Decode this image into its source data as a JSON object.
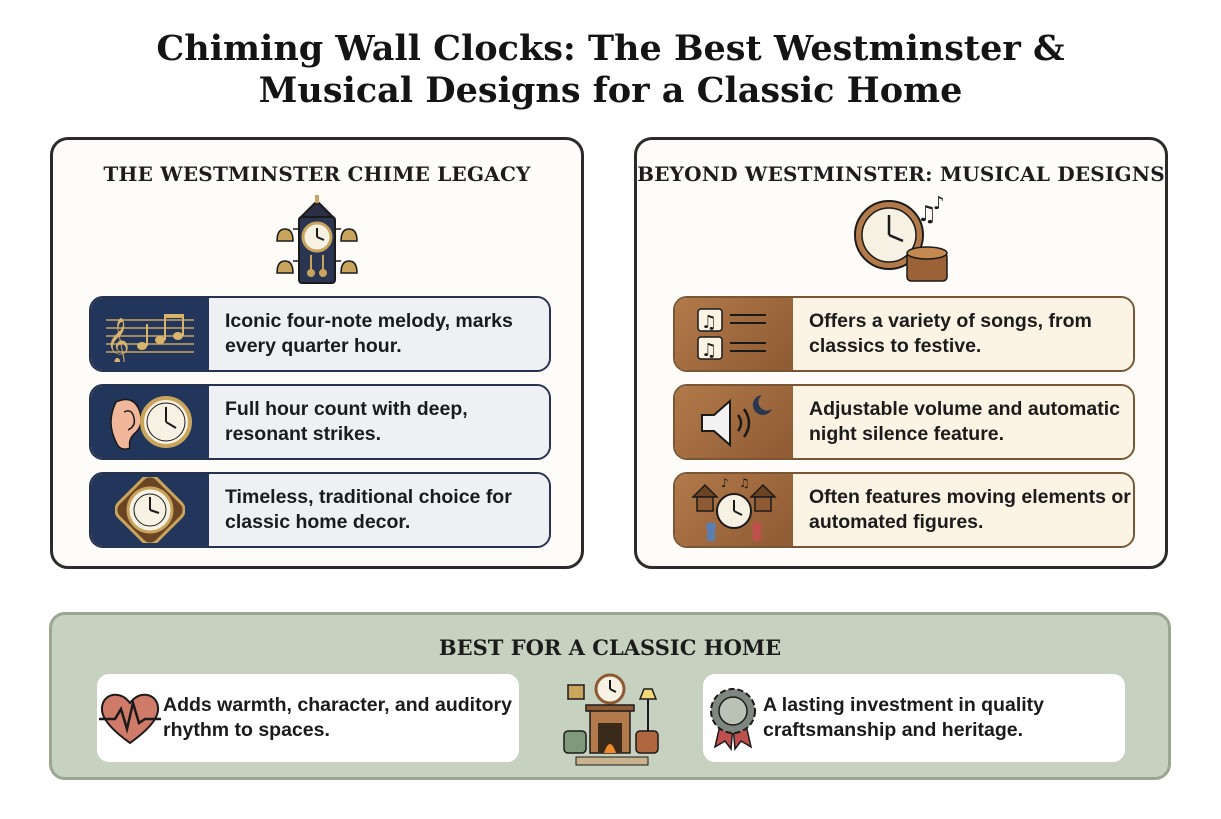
{
  "title": {
    "line1": "Chiming Wall Clocks: The Best Westminster &",
    "line2": "Musical Designs for a Classic Home"
  },
  "left_panel": {
    "title": "THE WESTMINSTER CHIME LEGACY",
    "hero_icon": "westminster-clock-with-bells-icon",
    "items": [
      {
        "icon": "music-notes-icon",
        "text": "Iconic four-note melody, marks every quarter hour."
      },
      {
        "icon": "ear-clock-icon",
        "text": "Full hour count with deep, resonant strikes."
      },
      {
        "icon": "ornate-clock-icon",
        "text": "Timeless, traditional choice for classic home decor."
      }
    ]
  },
  "right_panel": {
    "title": "BEYOND WESTMINSTER: MUSICAL DESIGNS",
    "hero_icon": "clock-music-box-icon",
    "items": [
      {
        "icon": "song-list-icon",
        "text": "Offers a variety of songs, from classics to festive."
      },
      {
        "icon": "speaker-moon-icon",
        "text": "Adjustable volume and automatic night silence feature."
      },
      {
        "icon": "cuckoo-figures-icon",
        "text": "Often features moving elements or automated figures."
      }
    ]
  },
  "bottom_panel": {
    "title": "BEST FOR A CLASSIC HOME",
    "cards": [
      {
        "icon": "heart-pulse-icon",
        "text": "Adds warmth, character, and auditory rhythm to spaces."
      },
      {
        "icon": "quality-badge-icon",
        "text": "A lasting investment in quality craftsmanship and heritage."
      }
    ],
    "center_icon": "living-room-icon"
  },
  "colors": {
    "navy": "#22355a",
    "wood": "#9c6a3f",
    "sage": "#c7d1bf",
    "gold": "#c9a45c"
  }
}
